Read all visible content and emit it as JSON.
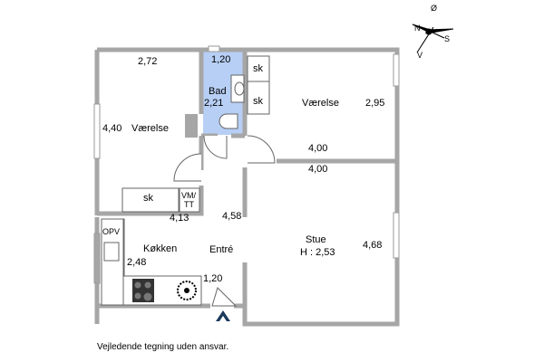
{
  "rooms": {
    "vaerelse1": {
      "name": "Værelse",
      "width": "2,72",
      "depth": "4,40"
    },
    "bad": {
      "name": "Bad",
      "width": "1,20",
      "depth": "2,21"
    },
    "vaerelse2": {
      "name": "Værelse",
      "width": "4,00",
      "depth": "2,95"
    },
    "stue": {
      "name": "Stue",
      "width": "4,00",
      "depth": "4,68",
      "height": "H : 2,53"
    },
    "koekken": {
      "name": "Køkken",
      "width": "4,13",
      "depth": "2,48"
    },
    "entre": {
      "name": "Entré",
      "width": "1,20",
      "depth": "4,58"
    }
  },
  "fixtures": {
    "sk": "sk",
    "vmtt_line1": "VM/",
    "vmtt_line2": "TT",
    "opv": "OPV"
  },
  "compass": {
    "n": "N",
    "s": "S",
    "v": "V",
    "o": "Ø"
  },
  "disclaimer": "Vejledende tegning uden ansvar.",
  "colors": {
    "wall": "#a6a6a6",
    "bath": "#b7cff5",
    "arrow": "#1b3a5c"
  }
}
